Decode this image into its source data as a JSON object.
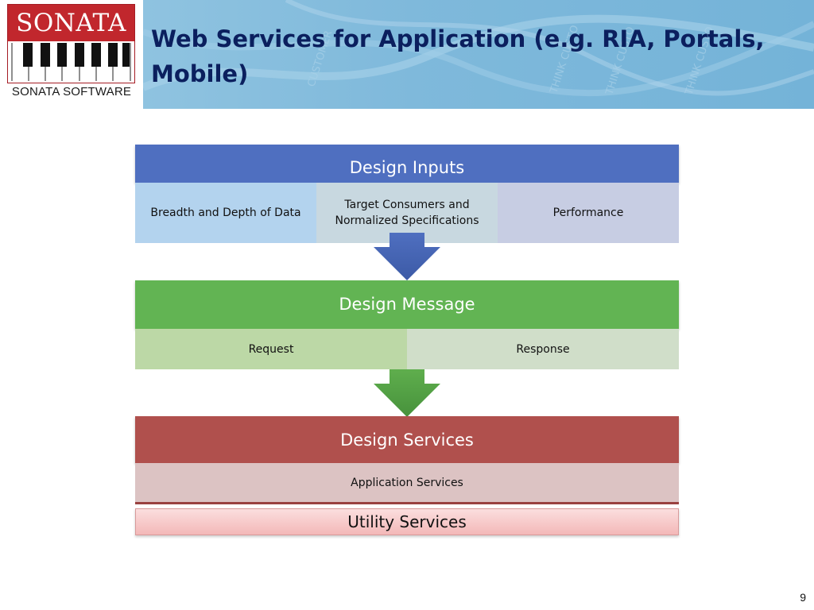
{
  "header": {
    "title": "Web Services for Application (e.g. RIA, Portals, Mobile)",
    "background_color": "#7fb9db",
    "watermark_texts": [
      "THINK CUSTO",
      "THINK CUSTO",
      "THINK CUSTO",
      "CUSTOMER"
    ]
  },
  "logo": {
    "brand": "SONATA",
    "subtitle": "SONATA SOFTWARE",
    "brand_color": "#c1272d"
  },
  "diagram": {
    "design_inputs": {
      "title": "Design Inputs",
      "color": "#4f6fc0",
      "items": [
        {
          "label": "Breadth and Depth of Data",
          "color": "#b3d3ee"
        },
        {
          "label": "Target Consumers and Normalized Specifications",
          "color": "#c8d8e0"
        },
        {
          "label": "Performance",
          "color": "#c7cde3"
        }
      ]
    },
    "design_message": {
      "title": "Design Message",
      "color": "#62b453",
      "items": [
        {
          "label": "Request",
          "color": "#bcd8a6"
        },
        {
          "label": "Response",
          "color": "#d0dec9"
        }
      ]
    },
    "design_services": {
      "title": "Design Services",
      "color": "#b0504d",
      "items": [
        {
          "label": "Application Services",
          "color": "#dcc3c3"
        }
      ]
    },
    "utility": {
      "label": "Utility Services",
      "color": "#f6c6c6"
    }
  },
  "page_number": "9"
}
